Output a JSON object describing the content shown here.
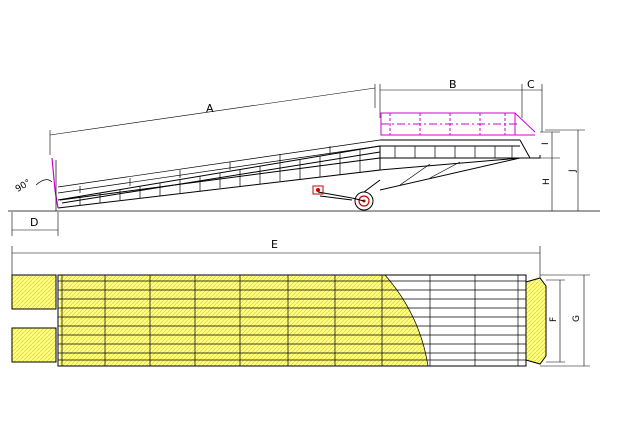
{
  "labels": {
    "A": "A",
    "B": "B",
    "C": "C",
    "D": "D",
    "E": "E",
    "F": "F",
    "G": "G",
    "H": "H",
    "I": "I",
    "J": "J",
    "angle": "90°"
  },
  "colors": {
    "line": "#000000",
    "highlight": "#d000d0",
    "deck_fill": "#ffff66",
    "wheel_red": "#cc0000"
  }
}
